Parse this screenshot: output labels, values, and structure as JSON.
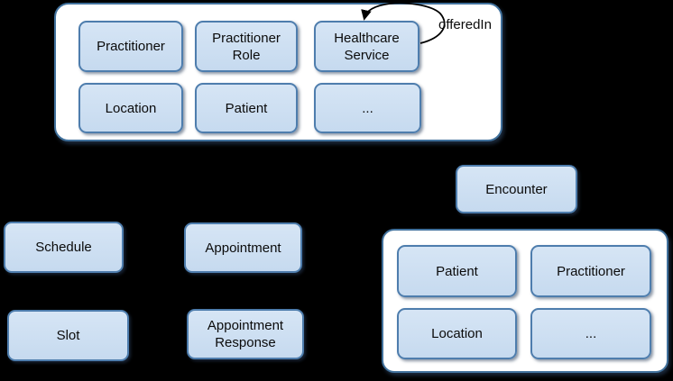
{
  "canvas": {
    "background": "#000000"
  },
  "colors": {
    "node_fill": "#c9ddf1",
    "node_border": "#4e7dad",
    "group_fill": "#ffffff",
    "group_border": "#41719c",
    "arrow": "#000000",
    "text": "#0b0b0b"
  },
  "top_group": {
    "boxes": [
      "Practitioner",
      "Practitioner Role",
      "Healthcare Service",
      "Location",
      "Patient",
      "..."
    ]
  },
  "self_loop": {
    "label": "offeredIn",
    "target": "Healthcare Service"
  },
  "standalone": {
    "encounter": "Encounter",
    "schedule": "Schedule",
    "appointment": "Appointment",
    "slot": "Slot",
    "appointment_response": "Appointment Response"
  },
  "bottom_group": {
    "boxes": [
      "Patient",
      "Practitioner",
      "Location",
      "..."
    ]
  }
}
